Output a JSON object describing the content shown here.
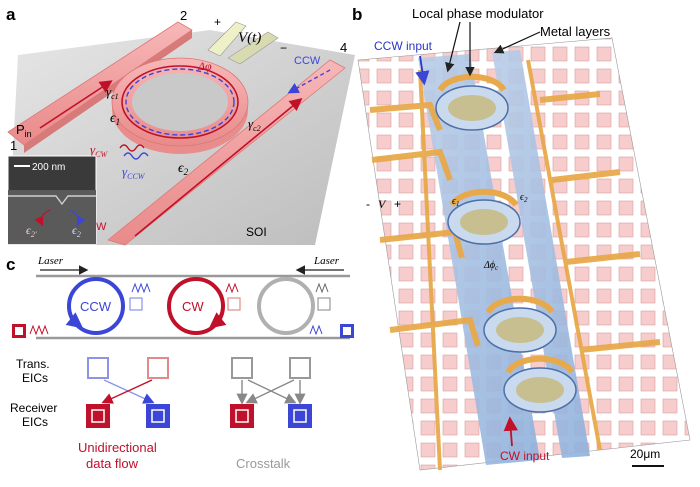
{
  "panels": {
    "a": {
      "letter": "a",
      "ports": [
        "1",
        "2",
        "4"
      ],
      "p_in": "P",
      "p_in_sub": "in",
      "voltage": "V(t)",
      "plus": "+",
      "minus": "−",
      "delta_phi": "Δφ",
      "gamma_c1": "γ",
      "gamma_c1_sub": "c1",
      "gamma_c2": "γ",
      "gamma_c2_sub": "c2",
      "eps1": "ϵ",
      "eps1_sub": "1",
      "eps2": "ϵ",
      "eps2_sub": "2",
      "gamma_cw": "γ",
      "gamma_cw_sub": "CW",
      "gamma_ccw": "γ",
      "gamma_ccw_sub": "CCW",
      "ccw": "CCW",
      "cw": "CW",
      "soi": "SOI",
      "sem_scale": "200 nm",
      "sem_eps2p": "ϵ",
      "sem_eps2p_sub": "2'",
      "sem_eps2": "ϵ",
      "sem_eps2_sub": "2"
    },
    "b": {
      "letter": "b",
      "local_phase_modulator": "Local phase modulator",
      "metal_layers": "Metal layers",
      "ccw_input": "CCW input",
      "cw_input": "CW input",
      "scale": "20μm",
      "minus": "-",
      "v": "V",
      "plus": "+",
      "eps1": "ϵ",
      "eps1_sub": "1",
      "eps2": "ϵ",
      "eps2_sub": "2",
      "dphi": "Δϕ",
      "dphi_sub": "c"
    },
    "c": {
      "letter": "c",
      "laser_left": "Laser",
      "laser_right": "Laser",
      "ring_ccw": "CCW",
      "ring_cw": "CW",
      "trans_eics": [
        "Trans.",
        "EICs"
      ],
      "receiver_eics": [
        "Receiver",
        "EICs"
      ],
      "unidirectional": [
        "Unidirectional",
        "data flow"
      ],
      "crosstalk": "Crosstalk"
    }
  },
  "colors": {
    "waveguide": "#f2a0a0",
    "ring": "#f08c8c",
    "cw": "#c0102a",
    "ccw": "#3b46d6",
    "gray": "#9a9a9a",
    "metal": "#e8a94a",
    "pad": "#f7c9c9",
    "substrate": "#a9c3e6"
  }
}
